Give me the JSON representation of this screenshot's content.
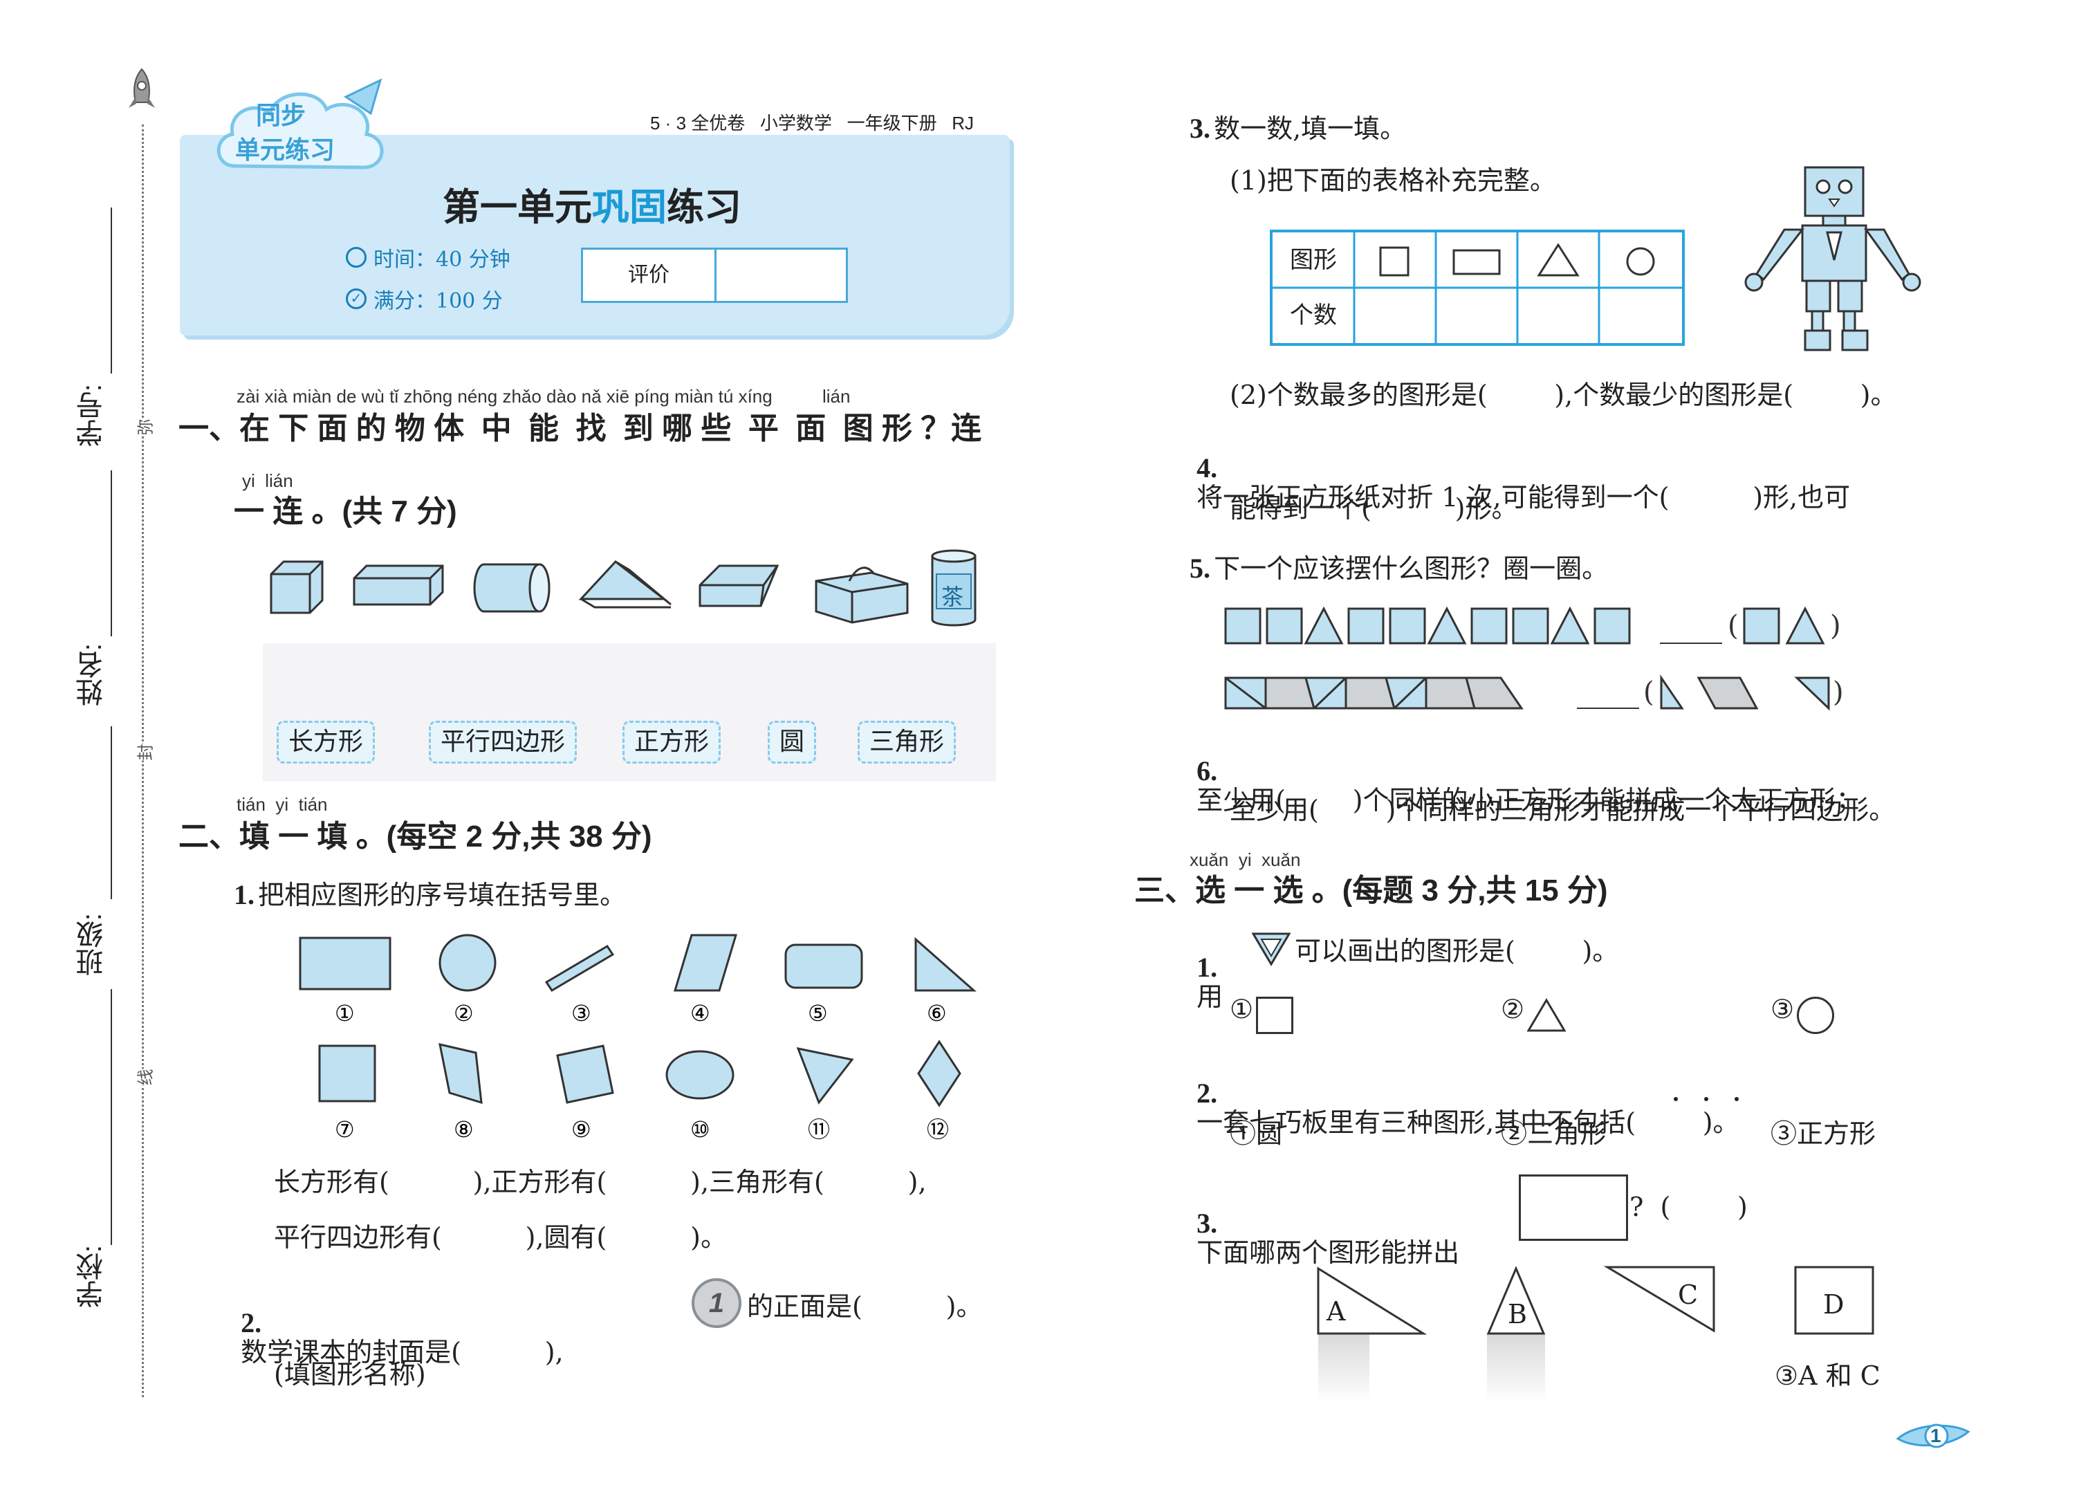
{
  "margin": {
    "labels": [
      "学号:",
      "姓名:",
      "班级:",
      "学校:"
    ],
    "seal_chars": [
      "弥",
      "封",
      "线"
    ]
  },
  "header": {
    "badge": [
      "同步",
      "单元练习"
    ],
    "series": "5 · 3 全优卷   小学数学   一年级下册   RJ",
    "title_pre": "第一单元",
    "title_hl": "巩固",
    "title_post": "练习",
    "time": "时间：40 分钟",
    "score": "满分：100 分",
    "eval": "评价"
  },
  "sec1": {
    "pinyin": "zài xià miàn de wù tǐ zhōng néng zhǎo dào nǎ xiē píng miàn tú xíng          lián",
    "line1": "一、在 下 面 的 物 体  中  能  找  到 哪 些  平  面  图 形 ？连",
    "pinyin2": "yi  lián",
    "line2": "一 连 。(共 7 分)",
    "tags": [
      "长方形",
      "平行四边形",
      "正方形",
      "圆",
      "三角形"
    ],
    "can_label": "茶"
  },
  "sec2": {
    "pinyin": "tián  yi  tián",
    "title": "二、填 一 填 。(每空 2 分,共 38 分)",
    "q1": "把相应图形的序号填在括号里。",
    "q1_nums": "1.",
    "labels": [
      "①",
      "②",
      "③",
      "④",
      "⑤",
      "⑥",
      "⑦",
      "⑧",
      "⑨",
      "⑩",
      "⑪",
      "⑫"
    ],
    "q1_fill1": "长方形有(          ),正方形有(          ),三角形有(          ),",
    "q1_fill2": "平行四边形有(          ),圆有(          )。",
    "q2_nums": "2.",
    "q2_a": "数学课本的封面是(          ),",
    "q2_b": "的正面是(          )。",
    "q2_note": "(填图形名称)",
    "coin": "1"
  },
  "right": {
    "q3_num": "3.",
    "q3": "数一数,填一填。",
    "q3_1": "(1)把下面的表格补充完整。",
    "table": {
      "row1": "图形",
      "row2": "个数"
    },
    "q3_2": "(2)个数最多的图形是(        ),个数最少的图形是(        )。",
    "q4_num": "4.",
    "q4_a": "将一张正方形纸对折 1 次,可能得到一个(          )形,也可",
    "q4_b": "能得到一个(          )形。",
    "q5_num": "5.",
    "q5": "下一个应该摆什么图形？圈一圈。",
    "q6_num": "6.",
    "q6_a": "至少用(        )个同样的小正方形才能拼成一个大正方形；",
    "q6_b": "至少用(        )个同样的三角形才能拼成一个平行四边形。",
    "sec3_pinyin": "xuǎn  yi  xuǎn",
    "sec3_title": "三、选 一 选 。(每题 3 分,共 15 分)",
    "s1_num": "1.",
    "s1_a": "用",
    "s1_b": "可以画出的图形是(        )。",
    "s1_opts": [
      "①",
      "②",
      "③"
    ],
    "s2_num": "2.",
    "s2": "一套七巧板里有三种图形,其中不包括(        )。",
    "s2_opts": [
      "①圆",
      "②三角形",
      "③正方形"
    ],
    "s3_num": "3.",
    "s3_a": "下面哪两个图形能拼出",
    "s3_b": "?  (        )",
    "s3_letters": [
      "A",
      "B",
      "C",
      "D"
    ],
    "s3_opt": "③A 和 C",
    "page_no": "1"
  },
  "colors": {
    "accent": "#7cc6ec",
    "panel": "#cfe9f8",
    "highlight": "#1a9ad6",
    "table_border": "#29a3df"
  }
}
